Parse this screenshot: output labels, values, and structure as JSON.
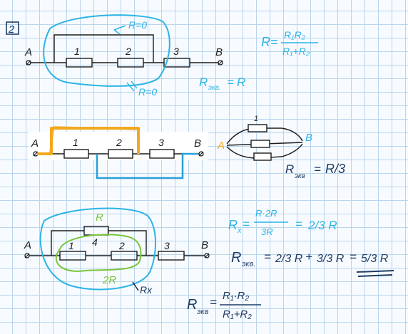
{
  "problem_number": "2",
  "diagram1": {
    "terminal_a": "A",
    "terminal_b": "B",
    "resistors": [
      "1",
      "2",
      "3"
    ],
    "annotation_top": "R=0",
    "annotation_bottom": "R=0",
    "result": "R",
    "result_lhs": "R",
    "result_sub": "экв."
  },
  "formula_parallel": {
    "lhs": "R",
    "num": "R₁R₂",
    "den": "R₁+R₂"
  },
  "diagram2": {
    "terminal_a": "A",
    "terminal_b": "B",
    "resistors": [
      "1",
      "2",
      "3"
    ],
    "equiv_a": "A",
    "equiv_b": "B",
    "equiv_top_label": "1",
    "result": "R/3",
    "result_lhs": "R",
    "result_sub": "экв"
  },
  "diagram3": {
    "terminal_a": "A",
    "terminal_b": "B",
    "resistors": [
      "1",
      "2",
      "3",
      "4"
    ],
    "label_r": "R",
    "label_2r": "2R",
    "label_rx": "Rx",
    "rx_lhs": "R",
    "rx_sub": "x",
    "rx_num": "R·2R",
    "rx_den": "3R",
    "rx_val": "2/3 R",
    "total_lhs": "R",
    "total_sub": "экв.",
    "total_rhs1": "2/3 R",
    "total_rhs2": "3/3 R",
    "total_rhs3": "5/3 R",
    "general_lhs": "R",
    "general_sub": "экв",
    "general_num": "R₁·R₂",
    "general_den": "R₁+R₂"
  }
}
